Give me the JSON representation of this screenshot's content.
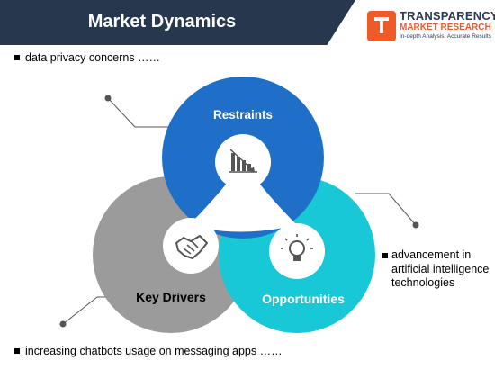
{
  "header": {
    "title": "Market Dynamics"
  },
  "logo": {
    "line1": "TRANSPARENCY",
    "line2": "MARKET RESEARCH",
    "line3": "In-depth Analysis. Accurate Results"
  },
  "diagram": {
    "restraints": "Restraints",
    "key_drivers": "Key Drivers",
    "opportunities": "Opportunities",
    "colors": {
      "restraints": "#1f6fc9",
      "key_drivers": "#9b9b9b",
      "opportunities": "#19c8d6",
      "center": "#ffffff"
    },
    "icons": {
      "restraints": "declining-chart-icon",
      "key_drivers": "handshake-icon",
      "opportunities": "lightbulb-icon"
    }
  },
  "bullets": {
    "top": "data privacy concerns ……",
    "right": "advancement in artificial intelligence technologies",
    "bottom": "increasing chatbots usage on messaging apps ……"
  }
}
